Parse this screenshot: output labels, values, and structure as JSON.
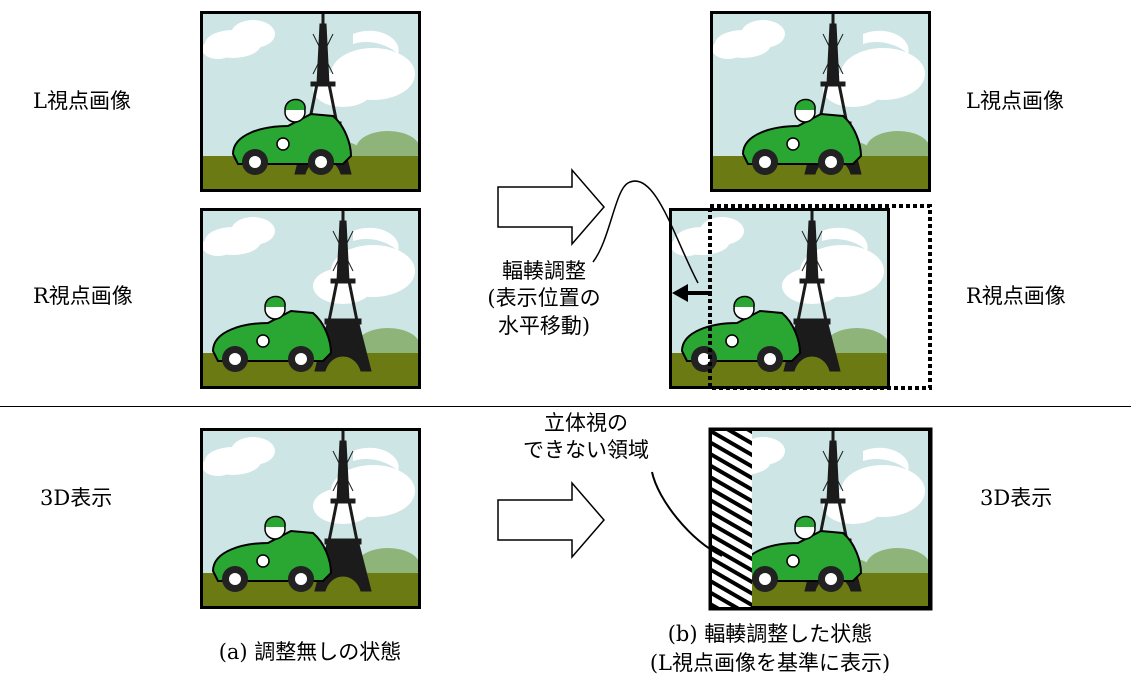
{
  "labels": {
    "left_l": "L視点画像",
    "left_r": "R視点画像",
    "left_3d": "3D表示",
    "right_l": "L視点画像",
    "right_r": "R視点画像",
    "right_3d": "3D表示"
  },
  "annotations": {
    "adjust_line1": "輻輳調整",
    "adjust_line2": "(表示位置の",
    "adjust_line3": "水平移動)",
    "nonstereo_line1": "立体視の",
    "nonstereo_line2": "できない領域"
  },
  "captions": {
    "a": "(a) 調整無しの状態",
    "b_line1": "(b) 輻輳調整した状態",
    "b_line2": "(L視点画像を基準に表示)"
  },
  "colors": {
    "sky": "#cde5e4",
    "cloud": "#ffffff",
    "ground": "#6b7a12",
    "car": "#2aa632",
    "bush": "#8fb47a",
    "tower": "#1b1b1b"
  },
  "icons": {
    "arrow_top": "hollow-right-arrow-icon",
    "arrow_bottom": "hollow-right-arrow-icon",
    "shift_arrow": "left-arrow-icon"
  }
}
